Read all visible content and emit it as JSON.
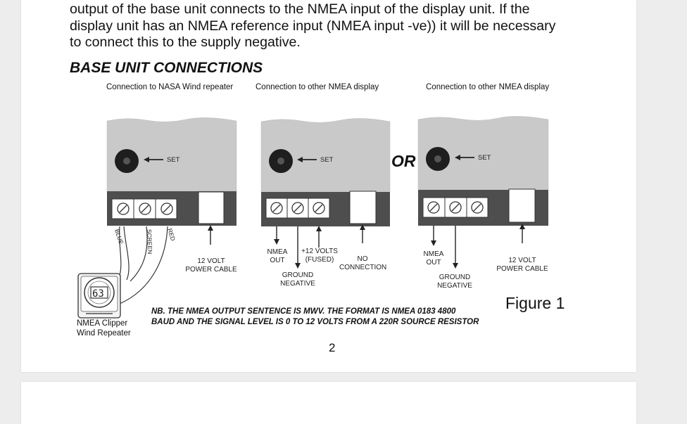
{
  "paragraph": {
    "lines": [
      "output of the base unit connects to the NMEA input of the display unit. If the",
      "display unit has an NMEA reference input (NMEA input -ve)) it will be necessary",
      "to connect this to the supply negative."
    ]
  },
  "heading": "BASE UNIT CONNECTIONS",
  "captions": {
    "left": "Connection to NASA Wind repeater",
    "middle": "Connection to other NMEA display",
    "right": "Connection to other NMEA display"
  },
  "diagram": {
    "set_label": "SET",
    "or_label": "OR",
    "wire_labels": [
      "BLUE",
      "SCREEN",
      "RED"
    ],
    "left": {
      "power": [
        "12 VOLT",
        "POWER CABLE"
      ]
    },
    "middle": {
      "nmea_out": [
        "NMEA",
        "OUT"
      ],
      "plus12": [
        "+12 VOLTS",
        "(FUSED)"
      ],
      "ground": [
        "GROUND",
        "NEGATIVE"
      ],
      "no_conn": [
        "NO",
        "CONNECTION"
      ]
    },
    "right": {
      "nmea_out": [
        "NMEA",
        "OUT"
      ],
      "ground": [
        "GROUND",
        "NEGATIVE"
      ],
      "power": [
        "12 VOLT",
        "POWER CABLE"
      ]
    },
    "repeater_display": "63",
    "repeater_label": [
      "NMEA Clipper",
      "Wind Repeater"
    ]
  },
  "note": {
    "lines": [
      "NB. THE NMEA OUTPUT SENTENCE IS MWV. THE FORMAT IS NMEA 0183 4800",
      "BAUD AND THE SIGNAL LEVEL IS 0 TO 12 VOLTS FROM A 220R SOURCE RESISTOR"
    ]
  },
  "figure_label": "Figure 1",
  "page_number": "2"
}
